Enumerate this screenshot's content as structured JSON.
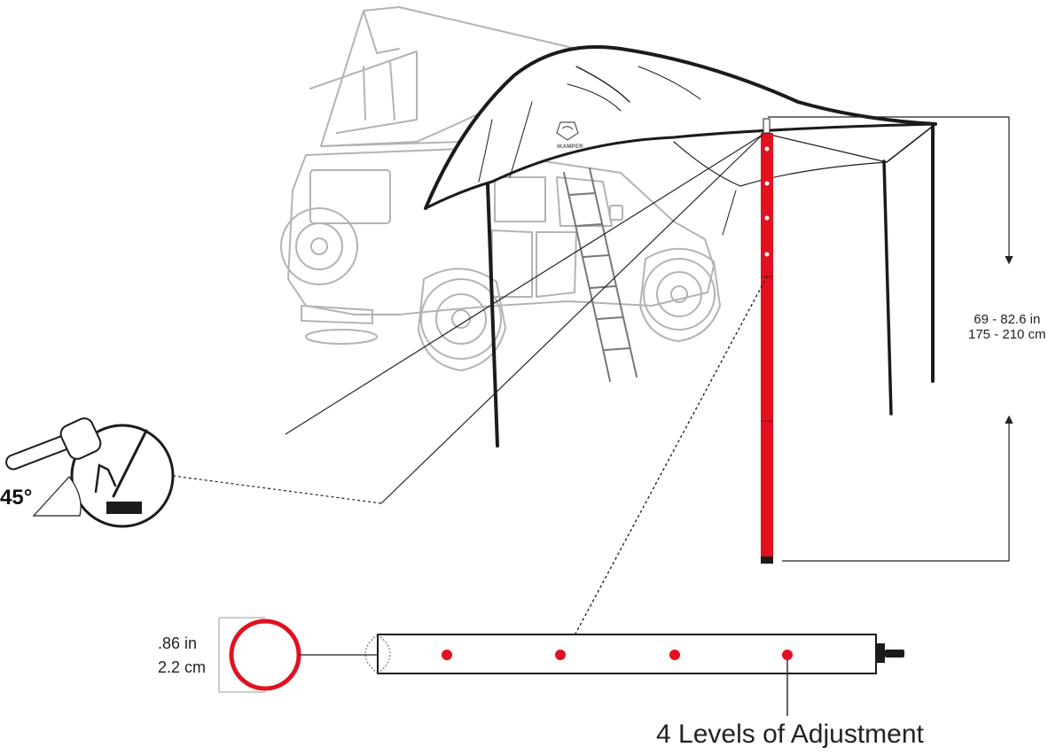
{
  "brand": "IKAMPER",
  "labels": {
    "height_in": "69 - 82.6 in",
    "height_cm": "175 - 210 cm",
    "diameter_in": ".86 in",
    "diameter_cm": "2.2 cm",
    "angle": "45°",
    "adjustment": "4 Levels of Adjustment"
  },
  "adjustment_levels": 4,
  "colors": {
    "accent_red": "#e1111f",
    "line_dark": "#1d1a1a",
    "vehicle_gray": "#b3b3b3"
  }
}
